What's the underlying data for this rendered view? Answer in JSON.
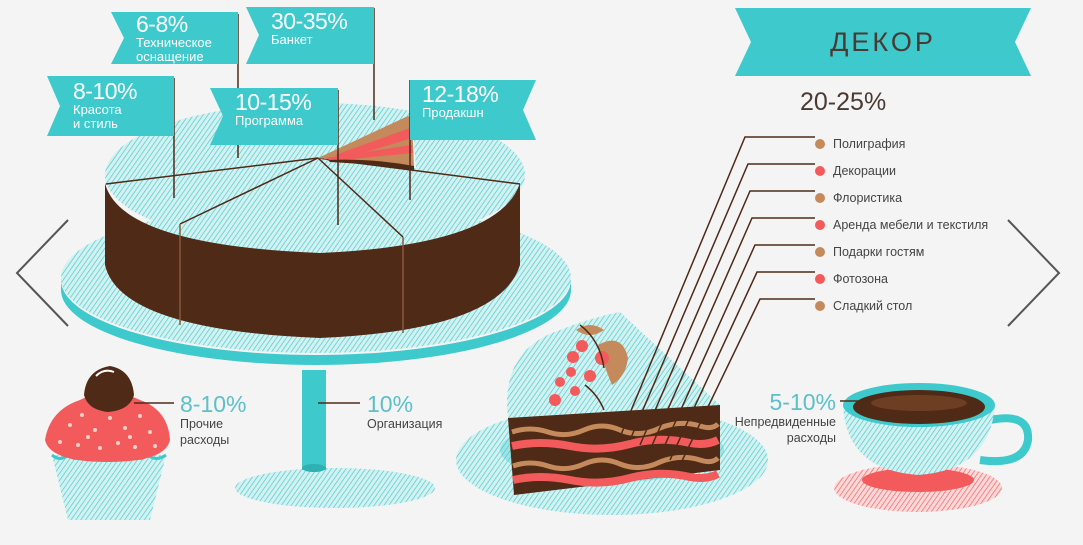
{
  "colors": {
    "teal": "#3ec9cc",
    "teal_light": "#a9e3e4",
    "chocolate": "#4e2a17",
    "cream": "#c48a5c",
    "coral": "#f25a5c",
    "background": "#f4f4f4"
  },
  "nav": {
    "prev_icon": "chevron-left-icon",
    "next_icon": "chevron-right-icon"
  },
  "cake_flags": [
    {
      "pct": "6-8%",
      "label1": "Техническое",
      "label2": "оснащение"
    },
    {
      "pct": "30-35%",
      "label1": "Банкет",
      "label2": ""
    },
    {
      "pct": "8-10%",
      "label1": "Красота",
      "label2": "и стиль"
    },
    {
      "pct": "10-15%",
      "label1": "Программа",
      "label2": ""
    },
    {
      "pct": "12-18%",
      "label1": "Продакшн",
      "label2": ""
    }
  ],
  "annotations": {
    "other": {
      "pct": "8-10%",
      "label1": "Прочие",
      "label2": "расходы"
    },
    "organization": {
      "pct": "10%",
      "label1": "Организация"
    },
    "unforeseen": {
      "pct": "5-10%",
      "label1": "Непредвиденные",
      "label2": "расходы"
    }
  },
  "decor": {
    "title": "ДЕКОР",
    "pct": "20-25%",
    "items": [
      {
        "label": "Полиграфия",
        "color": "#c48a5c"
      },
      {
        "label": "Декорации",
        "color": "#f25a5c"
      },
      {
        "label": "Флористика",
        "color": "#c48a5c"
      },
      {
        "label": "Аренда мебели и текстиля",
        "color": "#f25a5c"
      },
      {
        "label": "Подарки гостям",
        "color": "#c48a5c"
      },
      {
        "label": "Фотозона",
        "color": "#f25a5c"
      },
      {
        "label": "Сладкий стол",
        "color": "#c48a5c"
      }
    ]
  }
}
